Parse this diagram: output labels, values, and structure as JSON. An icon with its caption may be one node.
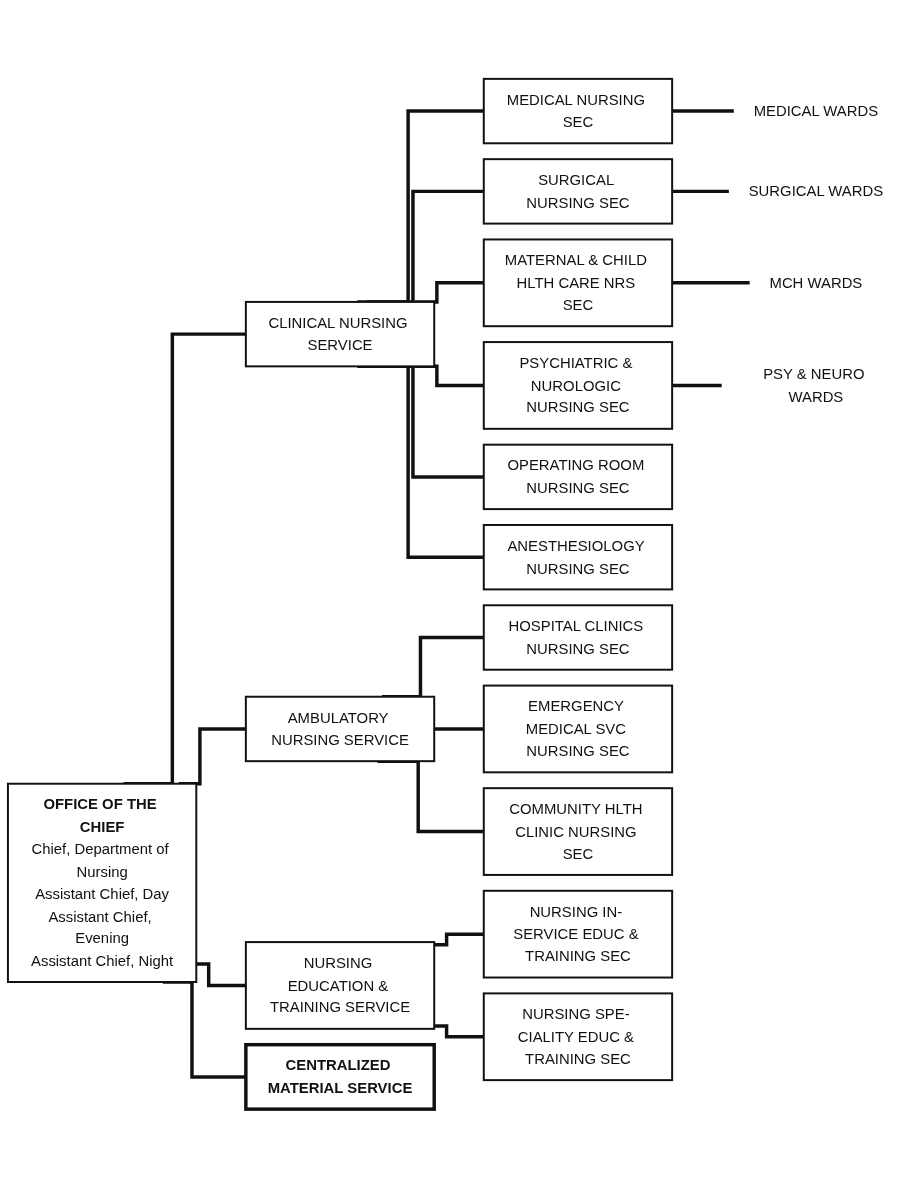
{
  "diagram": {
    "nodes": [
      {
        "text": [
          "OFFICE OF THE CHIEF",
          "Chief, Department of Nursing",
          "Assistant Chief, Day",
          "Assistant Chief, Evening",
          "Assistant Chief, Night"
        ]
      },
      {
        "text": [
          "CLINICAL NURSING SERVICE"
        ]
      },
      {
        "text": [
          "AMBULATORY NURSING SERVICE"
        ]
      },
      {
        "text": [
          "NURSING EDUCATION & TRAINING SERVICE"
        ]
      },
      {
        "text": [
          "CENTRALIZED MATERIAL SERVICE"
        ]
      },
      {
        "text": [
          "MEDICAL NURSING SEC"
        ]
      },
      {
        "text": [
          "SURGICAL NURSING SEC"
        ]
      },
      {
        "text": [
          "HOSPITAL CLINICS NURSING SEC"
        ]
      },
      {
        "text": [
          "EMERGENCY MEDICAL SVC NURSING SEC"
        ]
      },
      {
        "text": [
          "NURSING IN- SERVICE EDUC & TRAINING SEC"
        ]
      },
      {
        "text": [
          "NURSING SPE- CIALITY EDUC & TRAINING SEC"
        ]
      },
      {
        "text": [
          "MEDICAL WARDS"
        ]
      },
      {
        "text": [
          "SURGICAL WARDS"
        ]
      },
      {
        "text": [
          "COMMUNITY HLTH CLINIC NURSING SEC"
        ]
      },
      {
        "text": [
          "MATERNAL & CHILD HLTH CARE NRS SEC"
        ]
      },
      {
        "text": [
          "PSYCHIATRIC & NUROLOGIC NURSING SEC"
        ]
      },
      {
        "text": [
          "MCH WARDS"
        ]
      },
      {
        "text": [
          "PSY & NEURO WARDS"
        ]
      },
      {
        "text": [
          "OPERATING ROOM NURSING SEC"
        ]
      },
      {
        "text": [
          "ANESTHESIOLOGY NURSING SEC"
        ]
      }
    ],
    "edges": [
      {
        "from": 0,
        "to": 1,
        "arrow": "none"
      },
      {
        "from": 0,
        "to": 2,
        "arrow": "none"
      },
      {
        "from": 0,
        "to": 3,
        "arrow": "none"
      },
      {
        "from": 0,
        "to": 4,
        "arrow": "none"
      },
      {
        "from": 1,
        "to": 5,
        "arrow": "none"
      },
      {
        "from": 1,
        "to": 6,
        "arrow": "none"
      },
      {
        "from": 5,
        "to": 11,
        "arrow": "none"
      },
      {
        "from": 6,
        "to": 12,
        "arrow": "none"
      },
      {
        "from": 1,
        "to": 14,
        "arrow": "none"
      },
      {
        "from": 1,
        "to": 15,
        "arrow": "none"
      },
      {
        "from": 14,
        "to": 16,
        "arrow": "none"
      },
      {
        "from": 15,
        "to": 17,
        "arrow": "none"
      },
      {
        "from": 1,
        "to": 18,
        "arrow": "none"
      },
      {
        "from": 1,
        "to": 19,
        "arrow": "none"
      },
      {
        "from": 2,
        "to": 7,
        "arrow": "none"
      },
      {
        "from": 2,
        "to": 8,
        "arrow": "none"
      },
      {
        "from": 2,
        "to": 13,
        "arrow": "none"
      },
      {
        "from": 3,
        "to": 9,
        "arrow": "none"
      },
      {
        "from": 3,
        "to": 10,
        "arrow": "none"
      }
    ]
  }
}
